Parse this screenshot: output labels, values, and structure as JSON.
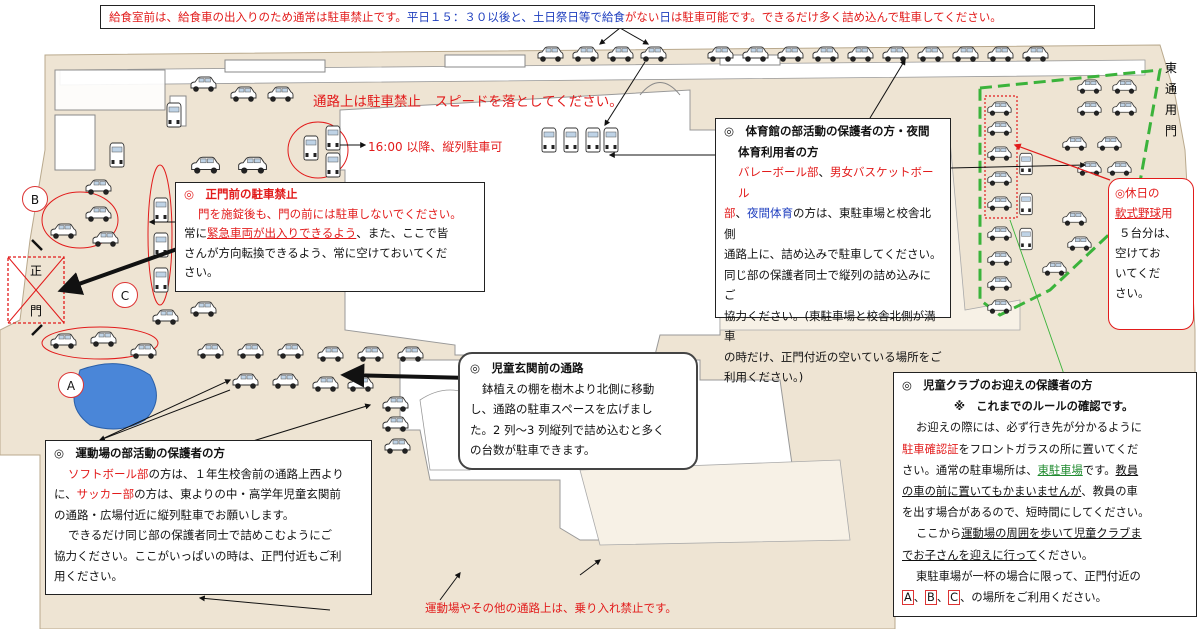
{
  "top_note": {
    "part1": "給食室前は、給食車の出入りのため通常は駐車禁止です。",
    "part2": "平日１５：３０以後と、土日祭日等で",
    "part3": "給食",
    "part4": "がない",
    "part5": "日",
    "part6": "は駐車可能です。できるだけ多く詰め込んで駐車してください。"
  },
  "road_note": "通路上は駐車禁止　スピードを落としてください。",
  "parking_1600": "16:00 以降、縦列駐車可",
  "gate_label": {
    "top": "正",
    "bottom": "門"
  },
  "east_gate": [
    "東",
    "通",
    "用",
    "門"
  ],
  "markers": {
    "a": "A",
    "b": "B",
    "c": "C"
  },
  "front_gate_box": {
    "title": "◎　正門前の駐車禁止",
    "line1": "門を施錠後も、門の前には駐車しないでください。",
    "line2a": "常に",
    "line2b": "緊急車両が出入りできるよう",
    "line2c": "、また、ここで皆",
    "line3": "さんが方向転換できるよう、常に空けておいてくだ",
    "line4": "さい。"
  },
  "gym_box": {
    "title1": "◎　体育館の部活動の保護者の方・夜間",
    "title2": "体育利用者の方",
    "l1a": "バレーボール部",
    "l1b": "、",
    "l1c": "男女バスケットボール",
    "l2a": "部",
    "l2b": "、",
    "l2c": "夜間体育",
    "l2d": "の方は、東駐車場と校舎北側",
    "l3": "通路上に、詰め込みで駐車してください。",
    "l4": "同じ部の保護者同士で縦列の詰め込みにご",
    "l5": "協力ください。(東駐車場と校舎北側が満車",
    "l6": "の時だけ、正門付近の空いている場所をご",
    "l7": "利用ください。)"
  },
  "holiday_box": {
    "l1": "◎休日の",
    "l2": "軟式野球",
    "l3": "用",
    "l4": "５台分は、",
    "l5": "空けてお",
    "l6": "いてくだ",
    "l7": "さい。"
  },
  "kids_entrance_box": {
    "title": "◎　児童玄関前の通路",
    "l1": "鉢植えの棚を樹木より北側に移動",
    "l2": "し、通路の駐車スペースを広げまし",
    "l3": "た。2 列～3 列縦列で詰め込むと多く",
    "l4": "の台数が駐車できます。"
  },
  "field_box": {
    "title": "◎　運動場の部活動の保護者の方",
    "l1a": "ソフトボール部",
    "l1b": "の方は、１年生校舎前の通路上西より",
    "l2a": "に、",
    "l2b": "サッカー部",
    "l2c": "の方は、東よりの中・高学年児童玄関前",
    "l3": "の通路・広場付近に縦列駐車でお願いします。",
    "l4": "できるだけ同じ部の保護者同士で詰めこむようにご",
    "l5": "協力ください。ここがいっぱいの時は、正門付近もご利",
    "l6": "用ください。"
  },
  "club_box": {
    "title": "◎　児童クラブのお迎えの保護者の方",
    "subtitle": "※　これまでのルールの確認です。",
    "l1": "お迎えの際には、必ず行き先が分かるように",
    "l2a": "駐車確認証",
    "l2b": "をフロントガラスの所に置いてくだ",
    "l3a": "さい。通常の駐車場所は、",
    "l3b": "東駐車場",
    "l3c": "です。",
    "l3d": "教員",
    "l4a": "の車の前に置いてもかまいませんが",
    "l4b": "、教員の車",
    "l5": "を出す場合があるので、短時間にしてください。",
    "l6a": "ここから",
    "l6b": "運動場の周囲を歩いて児童クラブま",
    "l7a": "でお子さんを迎えに行って",
    "l7b": "ください。",
    "l8": "東駐車場が一杯の場合に限って、正門付近の",
    "l9a": "A",
    "l9b": "、",
    "l9c": "B",
    "l9d": "、",
    "l9e": "C",
    "l9f": "、の場所をご利用ください。"
  },
  "bottom_note": "運動場やその他の通路上は、乗り入れ禁止です。",
  "colors": {
    "ground": "#eee4d3",
    "building": "#ffffff",
    "red": "#e21b1b",
    "blue": "#1f3fbf",
    "green_dash": "#3bb33b",
    "pond": "#4a86d8"
  }
}
